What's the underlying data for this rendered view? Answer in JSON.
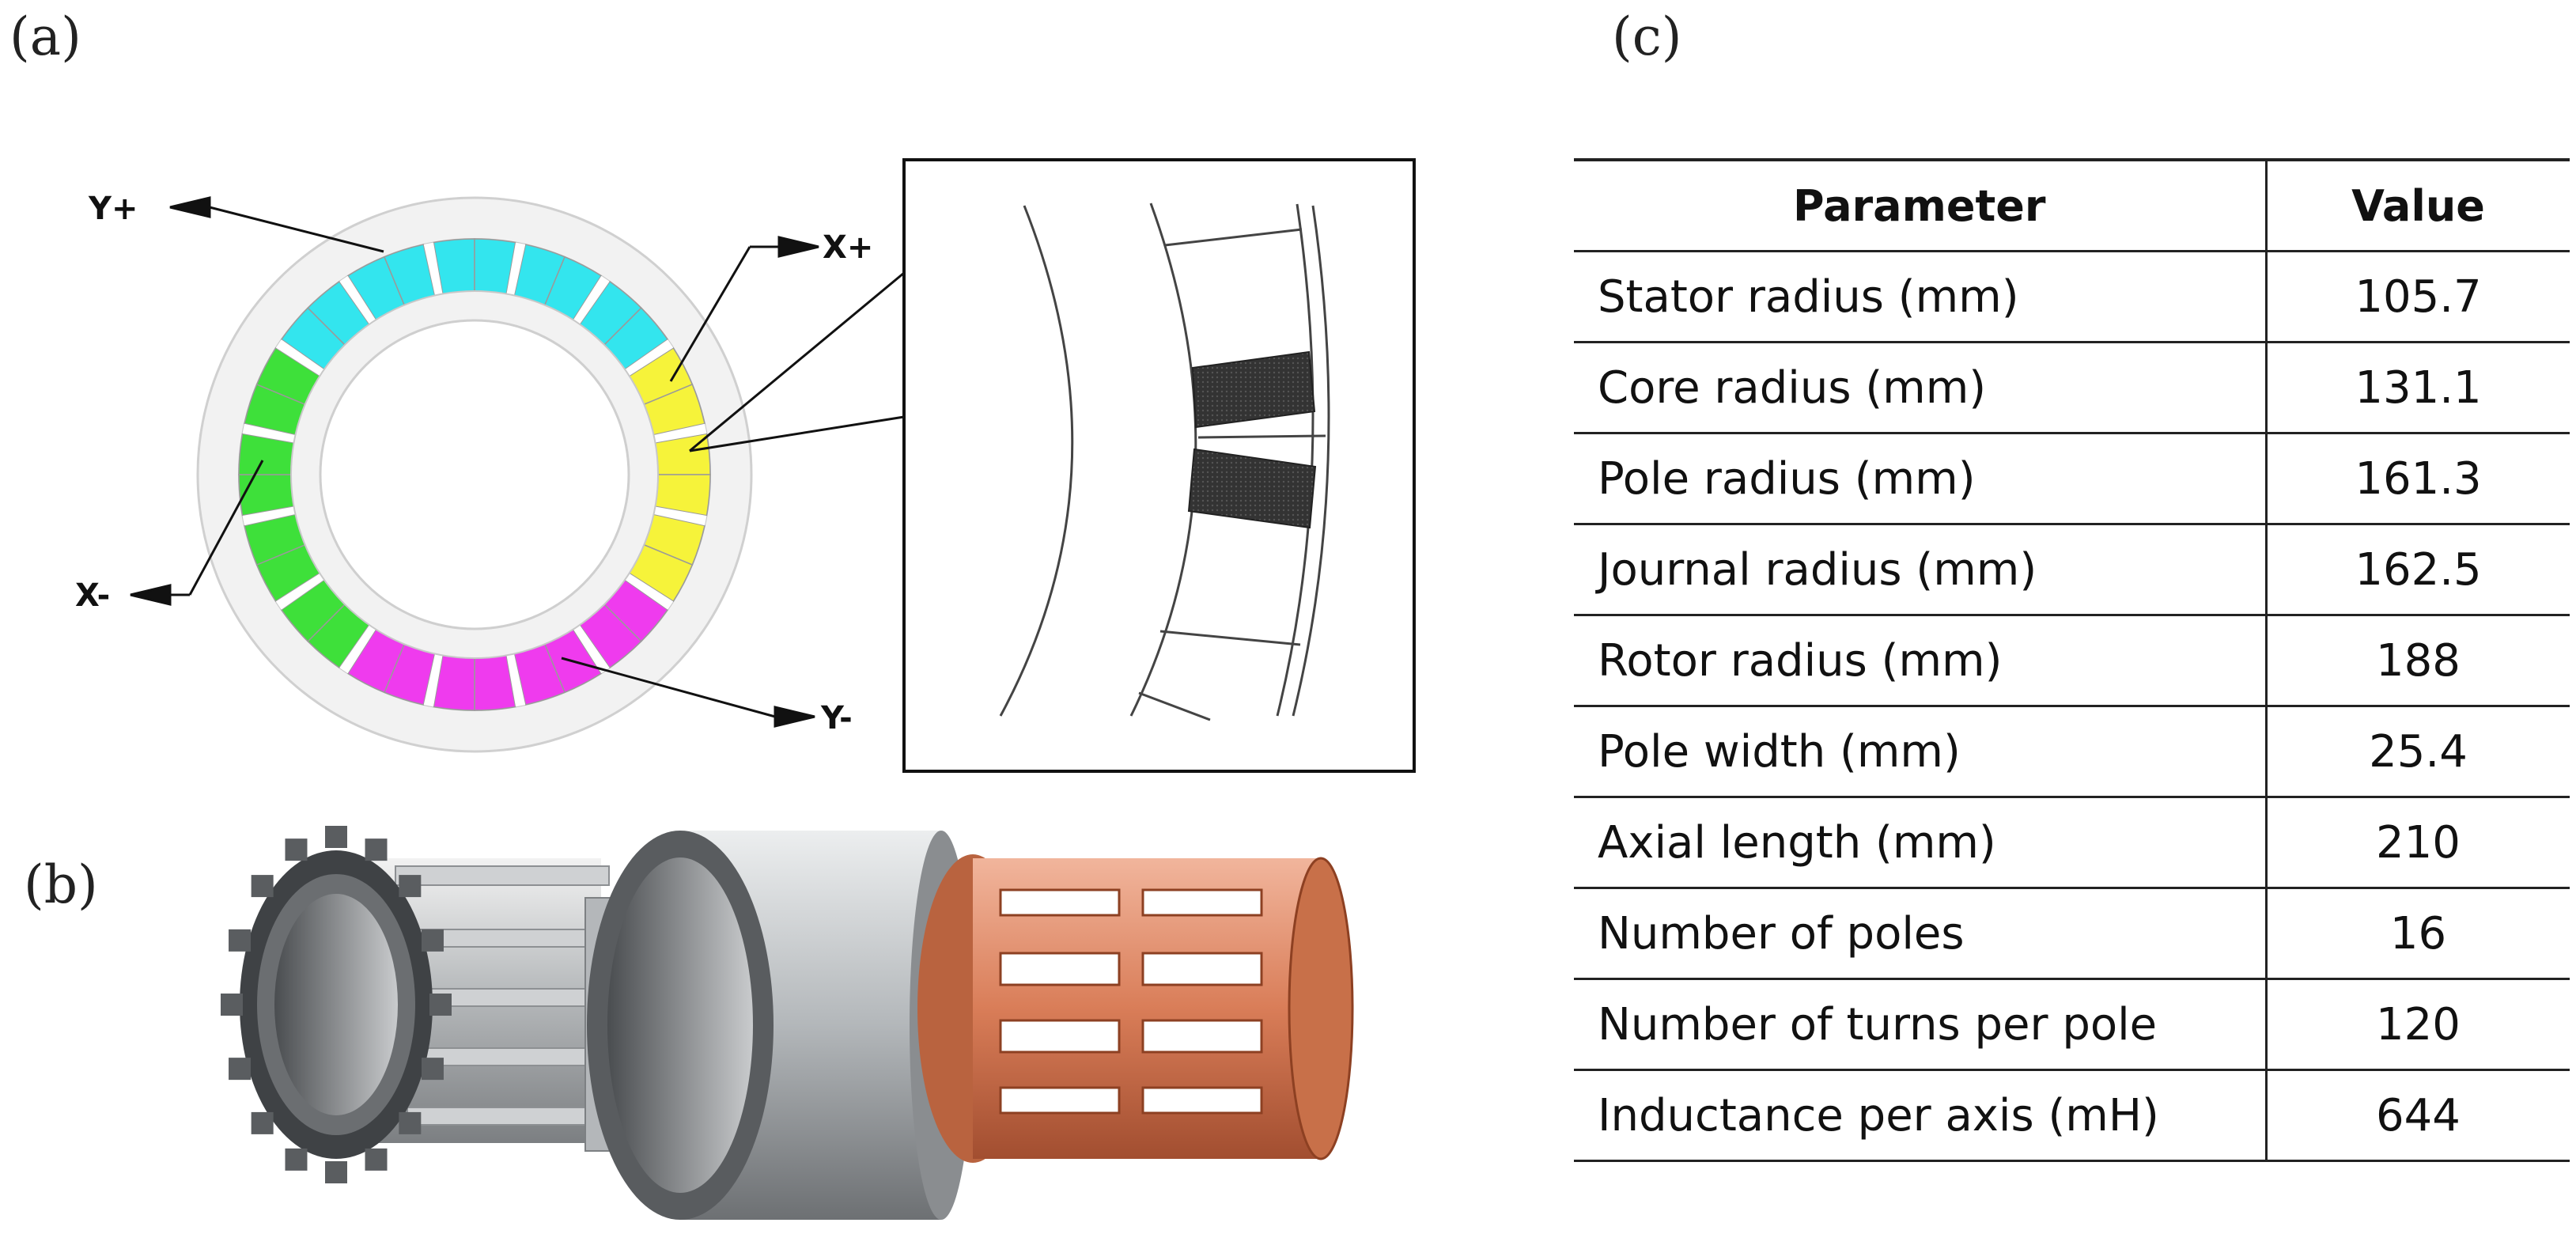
{
  "panels": {
    "a": "(a)",
    "b": "(b)",
    "c": "(c)"
  },
  "fig_a": {
    "axis_labels": {
      "y_plus": "Y+",
      "x_plus": "X+",
      "x_minus": "X-",
      "y_minus": "Y-"
    },
    "pole_colors": {
      "y_plus": "#33e5ee",
      "x_plus": "#f6f33a",
      "x_minus": "#3ee03a",
      "y_minus": "#ef3bee"
    }
  },
  "table": {
    "headers": {
      "parameter": "Parameter",
      "value": "Value"
    },
    "rows": [
      {
        "parameter": "Stator radius (mm)",
        "value": "105.7"
      },
      {
        "parameter": "Core radius (mm)",
        "value": "131.1"
      },
      {
        "parameter": "Pole radius (mm)",
        "value": "161.3"
      },
      {
        "parameter": "Journal  radius (mm)",
        "value": "162.5"
      },
      {
        "parameter": "Rotor  radius (mm)",
        "value": "188"
      },
      {
        "parameter": "Pole width (mm)",
        "value": "25.4"
      },
      {
        "parameter": "Axial length (mm)",
        "value": "210"
      },
      {
        "parameter": "Number of poles",
        "value": "16"
      },
      {
        "parameter": "Number of turns per pole",
        "value": "120"
      },
      {
        "parameter": "Inductance per axis (mH)",
        "value": "644"
      }
    ]
  }
}
